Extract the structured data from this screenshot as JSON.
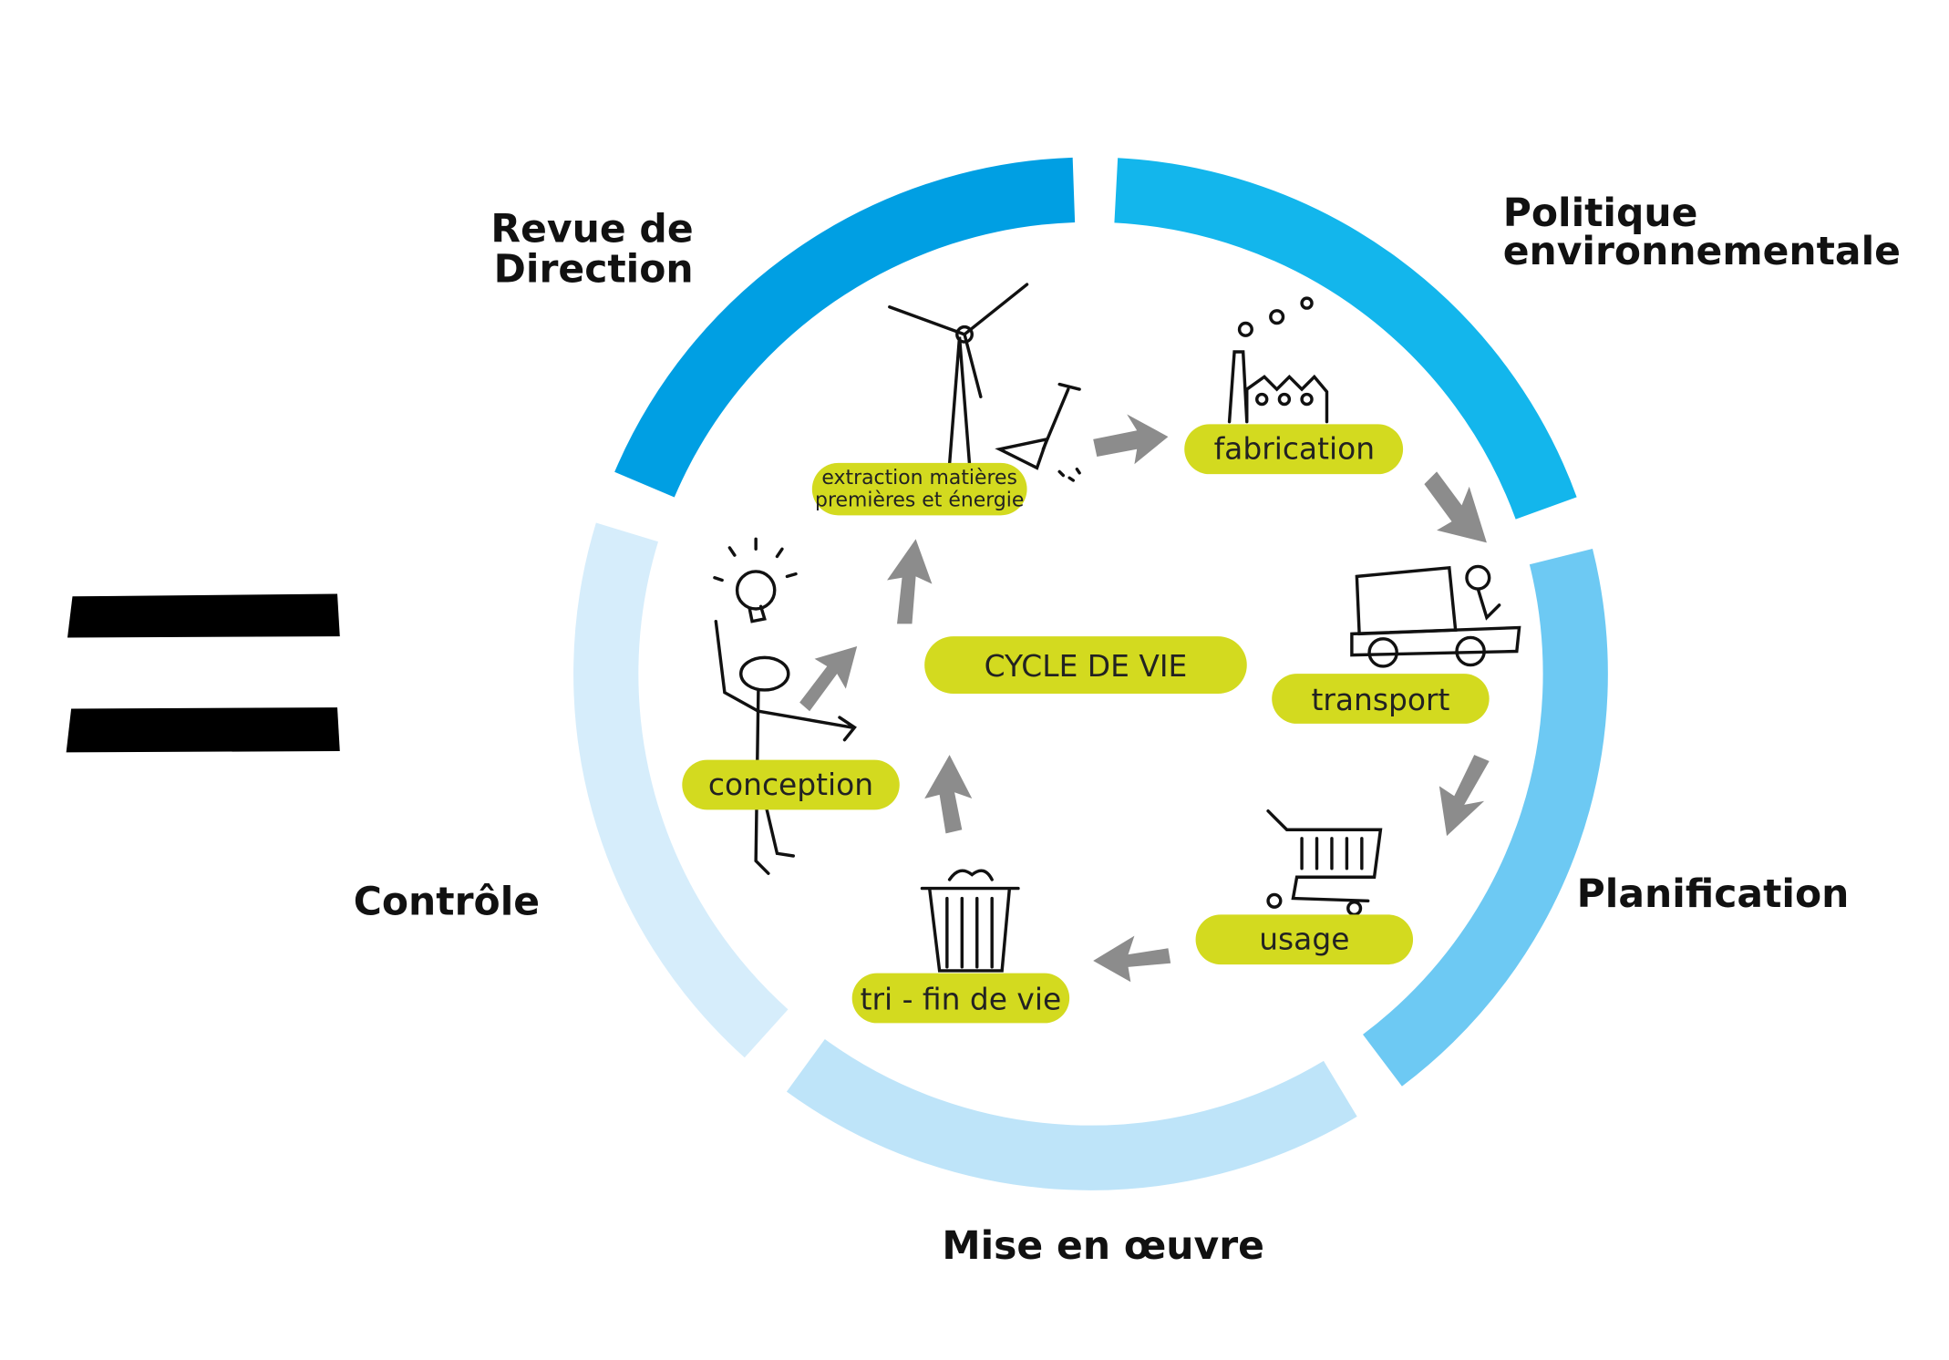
{
  "phases": [
    {
      "id": "revue",
      "line1": "Revue de",
      "line2": "Direction",
      "color": "#009FE3"
    },
    {
      "id": "politique",
      "line1": "Politique",
      "line2": "environnementale",
      "color": "#13B6EC"
    },
    {
      "id": "planification",
      "line1": "Planification",
      "color": "#6DC9F3"
    },
    {
      "id": "mise",
      "line1": "Mise en œuvre",
      "color": "#BEE4F9"
    },
    {
      "id": "controle",
      "line1": "Contrôle",
      "color": "#D6EDFB"
    }
  ],
  "center_label": "CYCLE DE VIE",
  "steps": {
    "extraction_line1": "extraction matières",
    "extraction_line2": "premières et énergie",
    "fabrication": "fabrication",
    "transport": "transport",
    "usage": "usage",
    "tri": "tri - fin de vie",
    "conception": "conception"
  },
  "colors": {
    "pill": "#D3DA1F",
    "arrow": "#8C8C8C",
    "equals": "#000000"
  }
}
